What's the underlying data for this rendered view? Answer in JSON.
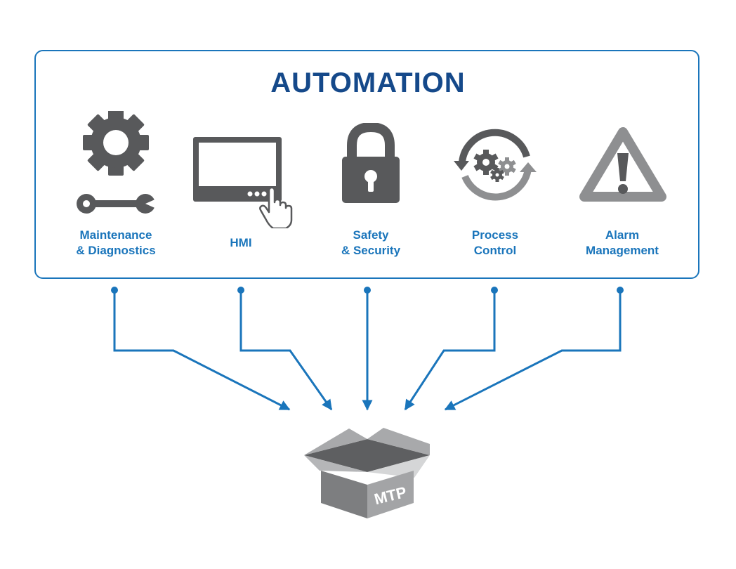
{
  "title": "AUTOMATION",
  "modules": [
    {
      "lines": [
        "Maintenance",
        "& Diagnostics"
      ],
      "icon": "gear-wrench-icon"
    },
    {
      "lines": [
        "HMI"
      ],
      "icon": "touchscreen-icon"
    },
    {
      "lines": [
        "Safety",
        "& Security"
      ],
      "icon": "padlock-icon"
    },
    {
      "lines": [
        "Process",
        "Control"
      ],
      "icon": "process-cycle-icon"
    },
    {
      "lines": [
        "Alarm",
        "Management"
      ],
      "icon": "warning-icon"
    }
  ],
  "package": {
    "label": "MTP",
    "icon": "open-box-icon"
  },
  "colors": {
    "accent": "#1a75bb",
    "title": "#15498a",
    "icon": "#58595b",
    "box": "#8e8f91"
  }
}
